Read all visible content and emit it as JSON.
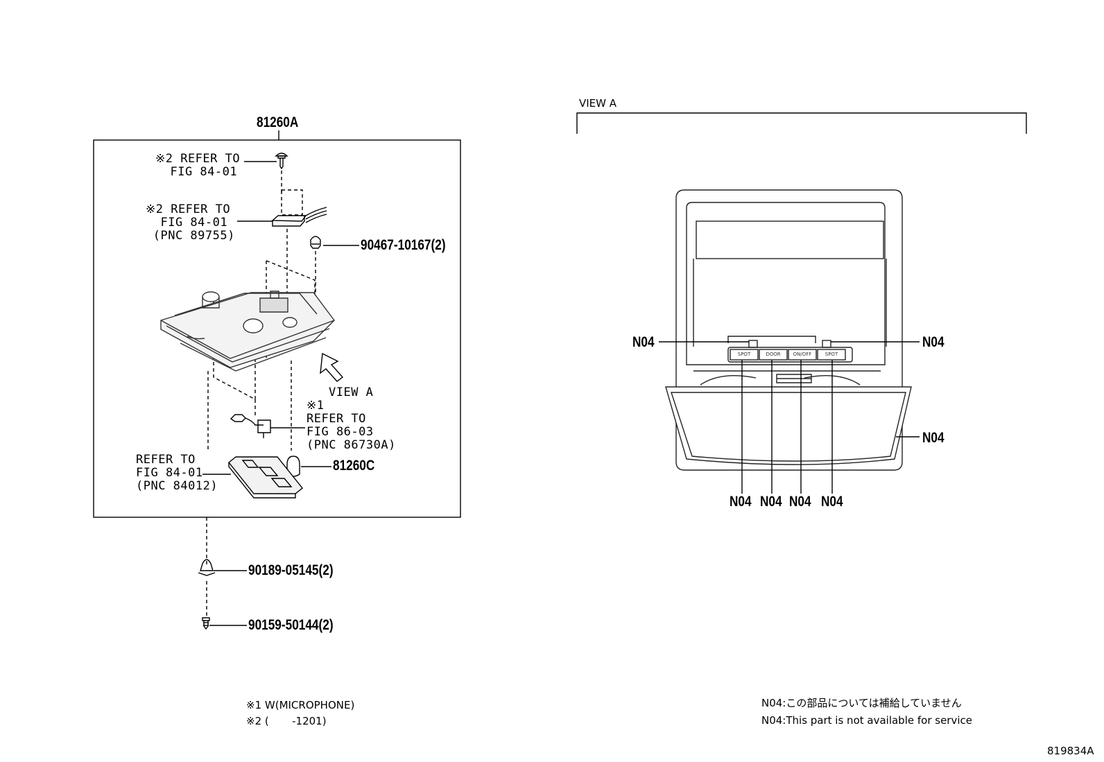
{
  "assembly_label": "81260A",
  "view_a_header": "VIEW A",
  "view_a_arrow": "VIEW A",
  "callouts": {
    "screw_ref": "※2 REFER TO\n  FIG 84-01",
    "switch_ref": "※2 REFER TO\n  FIG 84-01\n (PNC 89755)",
    "mic_ref": "※1\nREFER TO\nFIG 86-03\n(PNC 86730A)",
    "lens_ref": "REFER TO\nFIG 84-01\n(PNC 84012)"
  },
  "part_numbers": {
    "p1": "90467-10167(2)",
    "p2": "81260C",
    "p3": "90189-05145(2)",
    "p4": "90159-50144(2)"
  },
  "view_a": {
    "n04_left": "N04",
    "n04_right_top": "N04",
    "n04_right_mid": "N04",
    "n04_bottom": [
      "N04",
      "N04",
      "N04",
      "N04"
    ],
    "buttons": [
      "SPOT",
      "DOOR",
      "ON/OFF",
      "SPOT"
    ]
  },
  "footnotes": {
    "note1": "※1 W(MICROPHONE)",
    "note2": "※2 (       -1201)"
  },
  "service_notes": {
    "jp": "N04:この部品については補給していません",
    "en": "N04:This part is not available for service"
  },
  "figure_id": "819834A"
}
